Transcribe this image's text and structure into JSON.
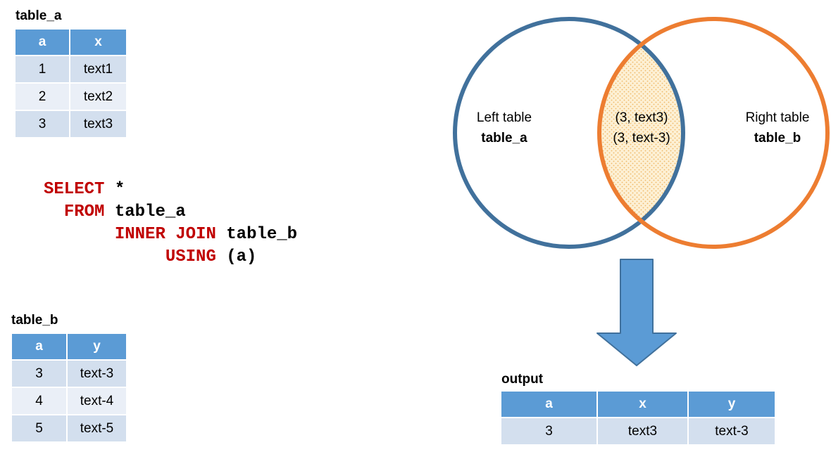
{
  "table_a": {
    "caption": "table_a",
    "headers": [
      "a",
      "x"
    ],
    "rows": [
      [
        "1",
        "text1"
      ],
      [
        "2",
        "text2"
      ],
      [
        "3",
        "text3"
      ]
    ]
  },
  "table_b": {
    "caption": "table_b",
    "headers": [
      "a",
      "y"
    ],
    "rows": [
      [
        "3",
        "text-3"
      ],
      [
        "4",
        "text-4"
      ],
      [
        "5",
        "text-5"
      ]
    ]
  },
  "sql": {
    "select_kw": "SELECT",
    "select_star": "*",
    "from_kw": "FROM",
    "from_table": "table_a",
    "join_kw": "INNER JOIN",
    "join_table": "table_b",
    "using_kw": "USING",
    "using_cols": "(a)"
  },
  "venn": {
    "left_label": "Left table",
    "left_table": "table_a",
    "right_label": "Right table",
    "right_table": "table_b",
    "intersection_line1": "(3, text3)",
    "intersection_line2": "(3, text-3)",
    "colors": {
      "left_circle": "#41719c",
      "right_circle": "#ed7d31",
      "intersection_fill": "#fce4b6",
      "arrow": "#5b9bd5"
    }
  },
  "output": {
    "caption": "output",
    "headers": [
      "a",
      "x",
      "y"
    ],
    "rows": [
      [
        "3",
        "text3",
        "text-3"
      ]
    ]
  }
}
